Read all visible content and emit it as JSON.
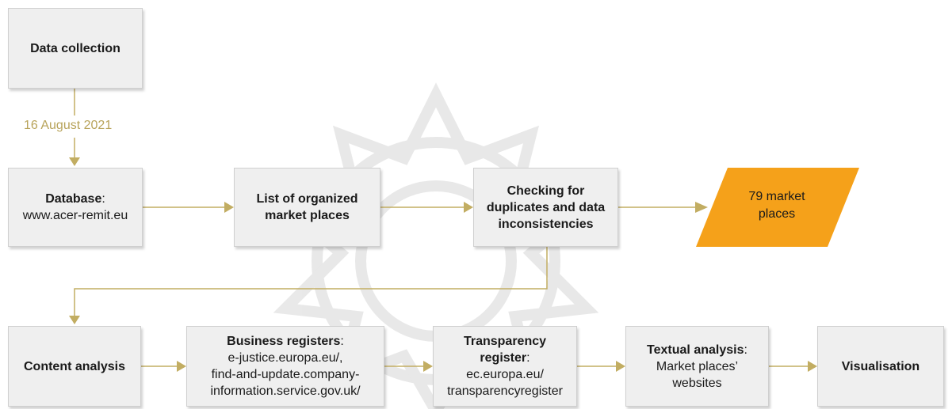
{
  "nodes": {
    "data_collection": {
      "title": "Data collection"
    },
    "database": {
      "title": "Database",
      "colon": ":",
      "body": "www.acer-remit.eu"
    },
    "list_markets": {
      "title": "List of organized market places"
    },
    "checking": {
      "title": "Checking for duplicates and data inconsistencies"
    },
    "result": {
      "line1": "79 market",
      "line2": "places"
    },
    "content_analysis": {
      "title": "Content analysis"
    },
    "business_registers": {
      "title": "Business registers",
      "colon": ":",
      "line1": "e-justice.europa.eu/,",
      "line2": "find-and-update.company-",
      "line3": "information.service.gov.uk/"
    },
    "transparency": {
      "title_line1": "Transparency",
      "title_line2": "register",
      "colon": ":",
      "line1": "ec.europa.eu/",
      "line2": "transparencyregister"
    },
    "textual_analysis": {
      "title": "Textual analysis",
      "colon": ":",
      "line1": "Market places’",
      "line2": "websites"
    },
    "visualisation": {
      "title": "Visualisation"
    }
  },
  "edge_labels": {
    "collection_date": "16 August 2021"
  },
  "colors": {
    "connector": "#c2ad62",
    "result_fill": "#f5a11a",
    "box_fill": "#efefef"
  }
}
